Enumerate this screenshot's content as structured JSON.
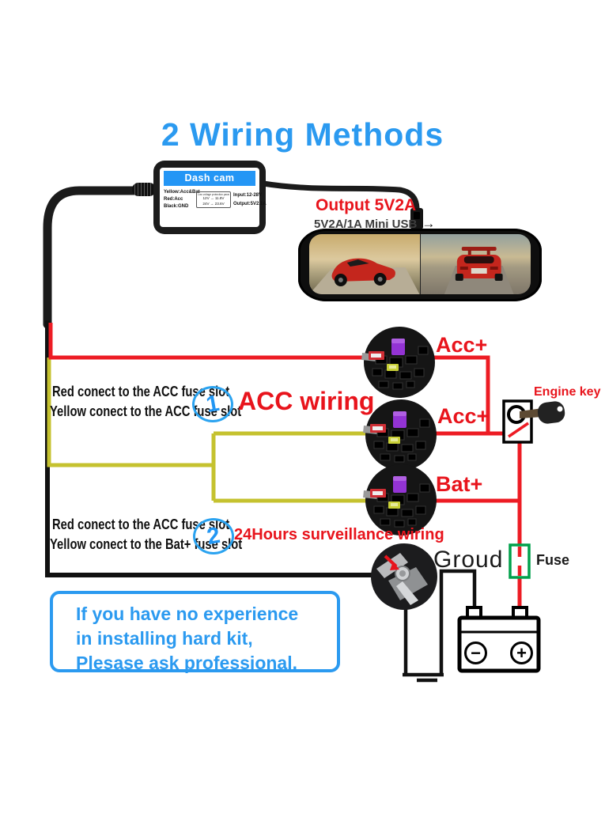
{
  "title": "2 Wiring Methods",
  "charger": {
    "name": "Dash cam charger",
    "wire_labels": [
      "Yellow:Acc&Bat",
      "Red:Acc",
      "Black:GND"
    ],
    "protection": {
      "header": "Low voltage protection parameter",
      "rows": [
        "12V → 11.8V",
        "24V → 23.6V"
      ]
    },
    "input_spec": "Input:12-28V",
    "output_spec": "Output:5V2.1A"
  },
  "output_callout": {
    "title": "Output 5V2A",
    "subtitle": "5V2A/1A Mini USB",
    "arrow": "→"
  },
  "connection_labels": {
    "acc1": "Acc+",
    "acc2": "Acc+",
    "bat": "Bat+"
  },
  "engine_key_label": "Engine key",
  "ground_label": "Groud",
  "fuse_label": "Fuse",
  "battery": {
    "minus": "−",
    "plus": "+"
  },
  "methods": [
    {
      "number": "1",
      "title": "ACC wiring",
      "line1": "Red conect to the ACC fuse slot",
      "line2": "Yellow conect to the ACC fuse slot"
    },
    {
      "number": "2",
      "title": "24Hours surveillance wiring",
      "line1": "Red conect to the ACC fuse slot",
      "line2": "Yellow conect to the Bat+ fuse slot"
    }
  ],
  "warning": {
    "line1": "If you have no experience",
    "line2": "in installing hard kit,",
    "line3": "Plesase ask professional."
  },
  "colors": {
    "accent_blue": "#2b9af0",
    "label_red": "#e8141c",
    "wire_red": "#ed1c24",
    "wire_yellow": "#c5c22f",
    "wire_black": "#111111",
    "fuse_green": "#00a14b"
  }
}
